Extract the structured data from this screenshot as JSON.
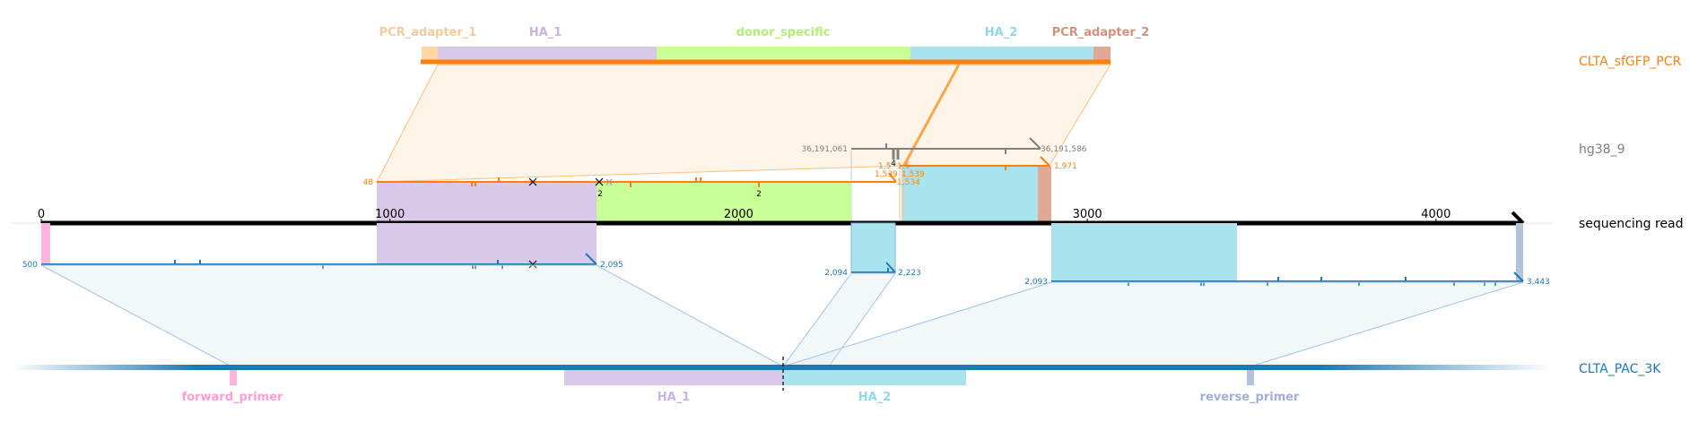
{
  "colors": {
    "orange": "#ff7f0e",
    "grey": "#7f7f7f",
    "blue": "#1f77b4",
    "black": "#000000",
    "pcr_adapter_1": "#ffd7a6",
    "pcr_adapter_1_text": "#f9c99a",
    "ha_1": "#d9c8ea",
    "ha_1_text": "#c9b3e0",
    "donor_specific": "#c8ff96",
    "donor_specific_text": "#b3ef78",
    "ha_2": "#a9e4ee",
    "ha_2_text": "#8fd8e8",
    "pcr_adapter_2": "#e2a896",
    "pcr_adapter_2_text": "#d7907c",
    "forward_primer": "#ffb3de",
    "forward_primer_text": "#ff9fd3",
    "reverse_primer": "#b4c2dc",
    "reverse_primer_text": "#9fb0d4"
  },
  "top_features": [
    {
      "name": "pcr_adapter_1",
      "label": "PCR_adapter_1"
    },
    {
      "name": "ha_1",
      "label": "HA_1"
    },
    {
      "name": "donor_specific",
      "label": "donor_specific"
    },
    {
      "name": "ha_2",
      "label": "HA_2"
    },
    {
      "name": "pcr_adapter_2",
      "label": "PCR_adapter_2"
    }
  ],
  "bottom_features": [
    {
      "name": "forward_primer",
      "label": "forward_primer"
    },
    {
      "name": "ha_1",
      "label": "HA_1"
    },
    {
      "name": "ha_2",
      "label": "HA_2"
    },
    {
      "name": "reverse_primer",
      "label": "reverse_primer"
    }
  ],
  "track_labels": {
    "donor": "CLTA_sfGFP_PCR",
    "genome": "hg38_9",
    "read": "sequencing read",
    "amplicon": "CLTA_PAC_3K"
  },
  "read_axis": {
    "min": 0,
    "max": 4250,
    "ticks": [
      {
        "value": 0,
        "label": "0"
      },
      {
        "value": 1000,
        "label": "1000"
      },
      {
        "value": 2000,
        "label": "2000"
      },
      {
        "value": 3000,
        "label": "3000"
      },
      {
        "value": 4000,
        "label": "4000"
      }
    ]
  },
  "alignment_labels": {
    "genome_start": "36,191,061",
    "genome_end": "36,191,586",
    "genome_count": "4",
    "donor_a_start": "48",
    "donor_b_end": "1,971",
    "donor_c1": "1,5",
    "donor_c2": "1,539",
    "donor_c3": "1,539",
    "donor_c4": "1,534",
    "donor_c5": "1,5",
    "donor_count_1": "2",
    "donor_count_2": "2",
    "amp_a_start": "500",
    "amp_a_end": "2,095",
    "amp_b_start": "2,094",
    "amp_b_end": "2,223",
    "amp_c_start": "2,093",
    "amp_c_end": "3,443"
  }
}
